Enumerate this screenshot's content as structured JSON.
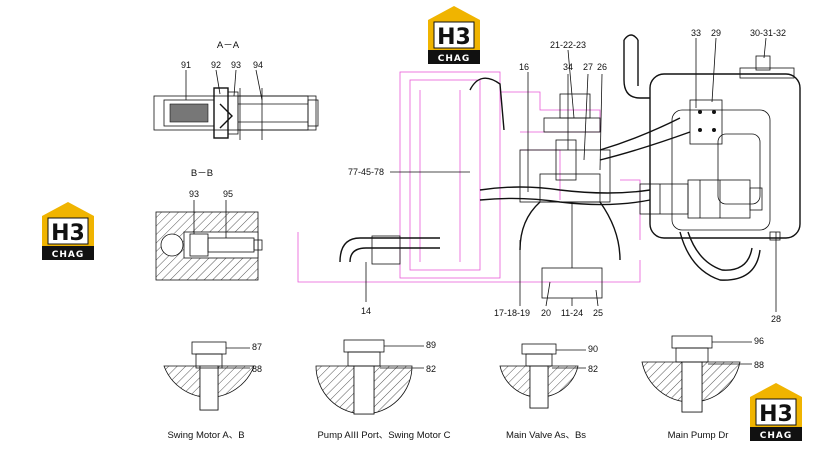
{
  "sections": {
    "aa": "A－A",
    "bb": "B－B"
  },
  "logo": {
    "mark": "H3",
    "name": "CHAG",
    "color": "#f0b400"
  },
  "labels": {
    "l91": "91",
    "l92": "92",
    "l93a": "93",
    "l94": "94",
    "l93b": "93",
    "l95": "95",
    "l212223": "21-22-23",
    "l16": "16",
    "l34": "34",
    "l27": "27",
    "l26": "26",
    "l33": "33",
    "l29": "29",
    "l303132": "30-31-32",
    "l774578": "77-45-78",
    "l14": "14",
    "l171819": "17-18-19",
    "l20": "20",
    "l1124": "11-24",
    "l25": "25",
    "l28": "28",
    "l87": "87",
    "l88a": "88",
    "l89": "89",
    "l82a": "82",
    "l90": "90",
    "l82b": "82",
    "l96": "96",
    "l88b": "88"
  },
  "captions": {
    "c1": "Swing Motor A、B",
    "c2": "Pump AIII Port、Swing Motor C",
    "c3": "Main Valve As、Bs",
    "c4": "Main Pump Dr"
  },
  "colors": {
    "line": "#111111",
    "pink": "#e85ad8"
  }
}
